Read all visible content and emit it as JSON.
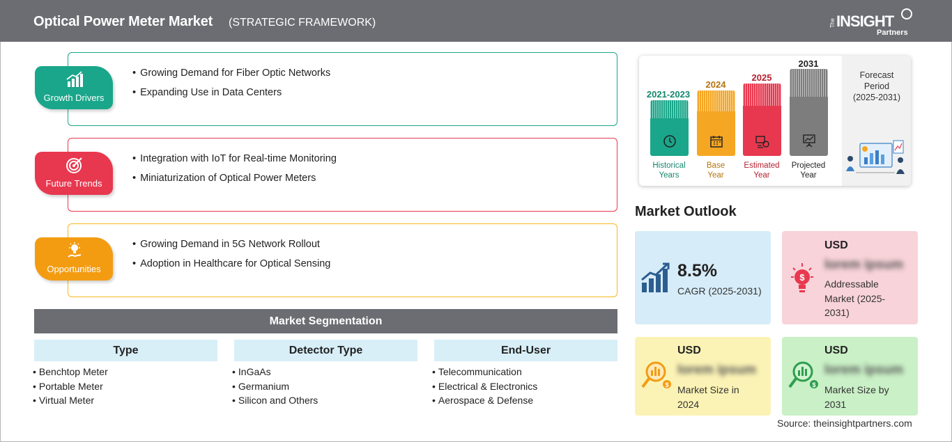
{
  "header": {
    "title": "Optical Power Meter Market",
    "subtitle": "(STRATEGIC FRAMEWORK)",
    "logo": {
      "the": "The",
      "insight": "INSIGHT",
      "partners": "Partners"
    }
  },
  "framework": [
    {
      "label": "Growth Drivers",
      "color": "#1aa68a",
      "icon": "growth-chart-icon",
      "items": [
        "Growing Demand for Fiber Optic Networks",
        "Expanding Use in Data Centers"
      ]
    },
    {
      "label": "Future Trends",
      "color": "#e8384f",
      "icon": "target-icon",
      "items": [
        "Integration with IoT for Real-time Monitoring",
        "Miniaturization of Optical Power Meters"
      ]
    },
    {
      "label": "Opportunities",
      "color": "#f39c12",
      "icon": "lightbulb-hand-icon",
      "items": [
        "Growing Demand in 5G Network Rollout",
        "Adoption in Healthcare for Optical Sensing"
      ]
    }
  ],
  "segmentation": {
    "title": "Market Segmentation",
    "columns": [
      {
        "heading": "Type",
        "items": [
          "Benchtop Meter",
          "Portable Meter",
          "Virtual Meter"
        ]
      },
      {
        "heading": "Detector Type",
        "items": [
          "InGaAs",
          "Germanium",
          "Silicon and Others"
        ]
      },
      {
        "heading": "End-User",
        "items": [
          "Telecommunication",
          "Electrical & Electronics",
          "Aerospace & Defense"
        ]
      }
    ]
  },
  "timeline": {
    "bars": [
      {
        "year": "2021-2023",
        "label_1": "Historical",
        "label_2": "Years",
        "color": "#1aa68a",
        "year_color": "#14876f",
        "label_color": "#14876f",
        "icon": "history-icon"
      },
      {
        "year": "2024",
        "label_1": "Base",
        "label_2": "Year",
        "color": "#f5a623",
        "year_color": "#b5730c",
        "label_color": "#b5730c",
        "icon": "calendar-icon"
      },
      {
        "year": "2025",
        "label_1": "Estimated",
        "label_2": "Year",
        "color": "#e8384f",
        "year_color": "#b3202f",
        "label_color": "#b3202f",
        "icon": "estimate-icon"
      },
      {
        "year": "2031",
        "label_1": "Projected",
        "label_2": "Year",
        "color": "#7d7d7d",
        "year_color": "#222222",
        "label_color": "#222222",
        "icon": "presentation-icon"
      }
    ],
    "forecast_1": "Forecast",
    "forecast_2": "Period",
    "forecast_3": "(2025-2031)"
  },
  "outlook": {
    "title": "Market Outlook",
    "cagr": {
      "value": "8.5%",
      "label": "CAGR (2025-2031)",
      "bg": "#d6ecf8"
    },
    "addressable": {
      "currency": "USD",
      "value": "lorem ipsum",
      "line1": "Addressable",
      "line2": "Market (2025-",
      "line3": "2031)",
      "bg": "#f8d3d9"
    },
    "size2024": {
      "currency": "USD",
      "value": "lorem ipsum",
      "line1": "Market Size in",
      "line2": "2024",
      "bg": "#fbf3b5"
    },
    "size2031": {
      "currency": "USD",
      "value": "lorem ipsum",
      "line1": "Market Size by",
      "line2": "2031",
      "bg": "#c9f0c6"
    }
  },
  "source": "Source: theinsightpartners.com"
}
